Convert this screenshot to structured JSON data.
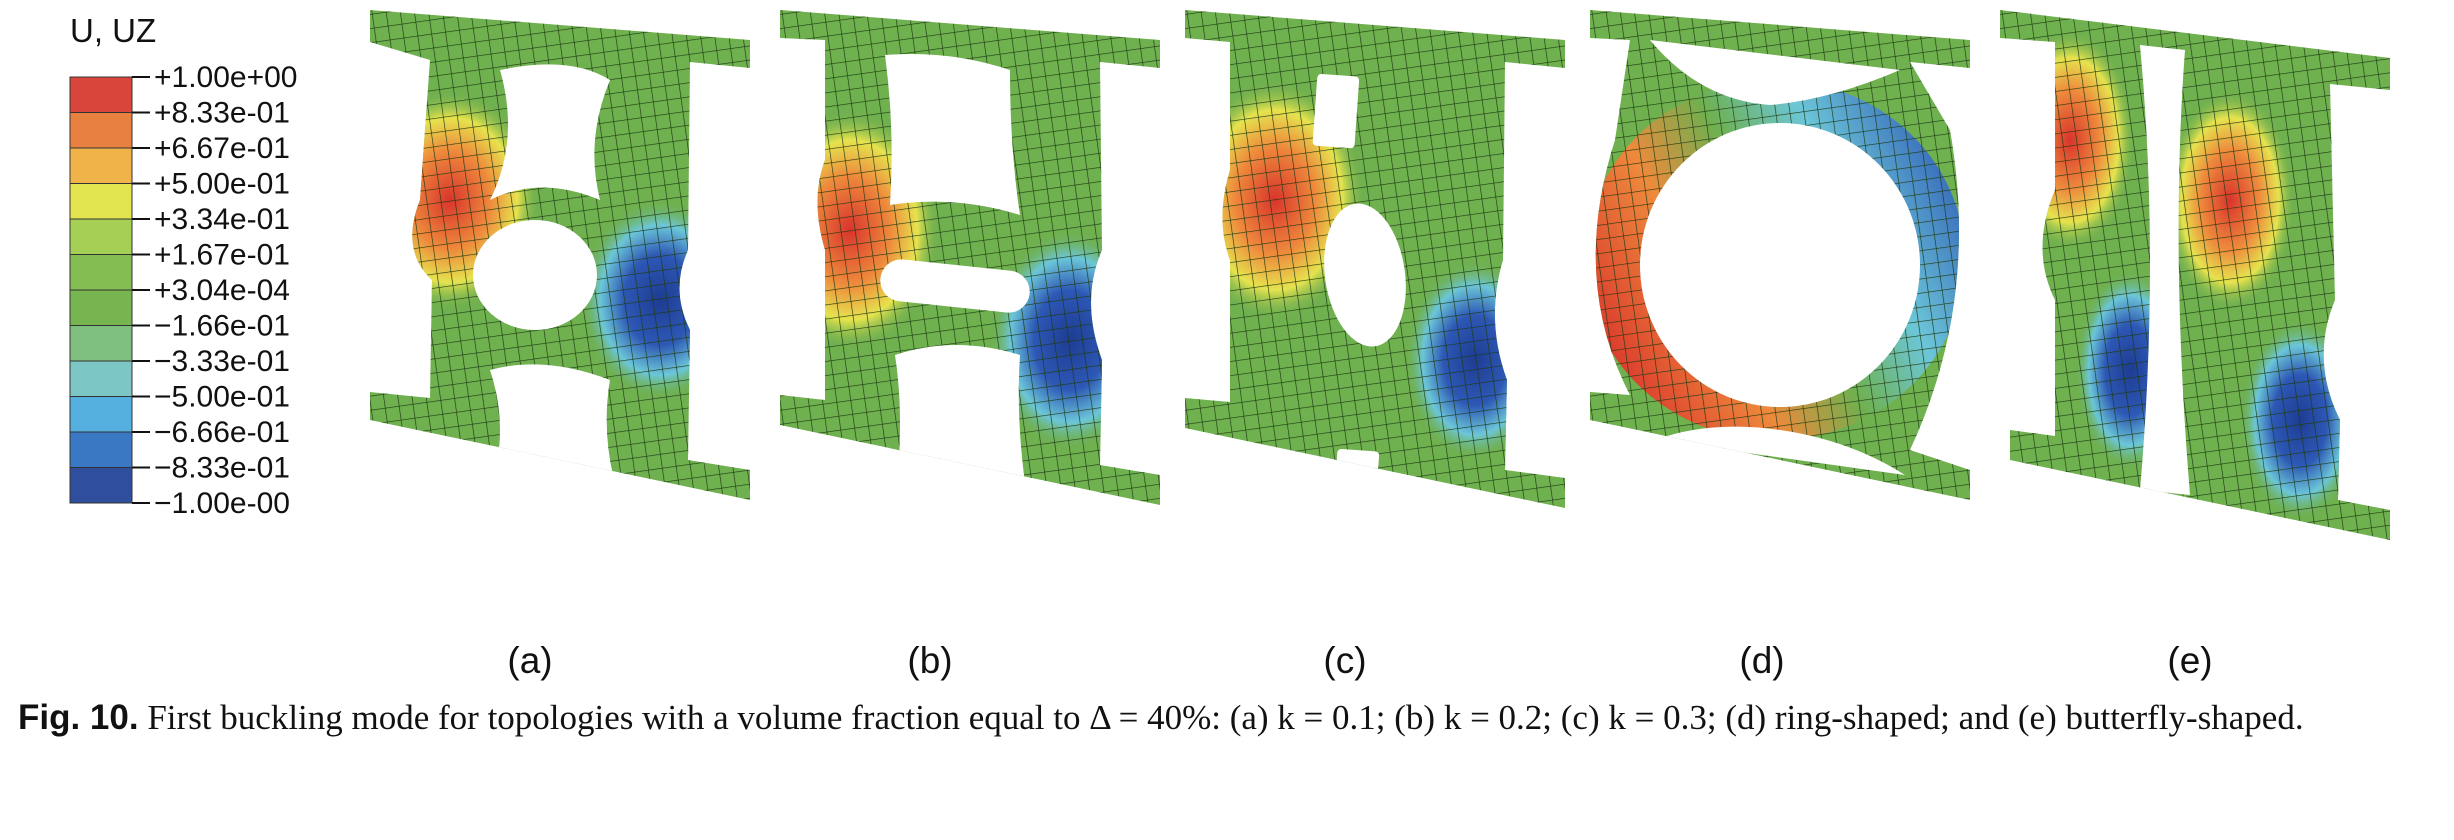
{
  "legend": {
    "title": "U, UZ",
    "entries": [
      {
        "label": "+1.00e+00",
        "color": "#d9453b"
      },
      {
        "label": "+8.33e-01",
        "color": "#e8803f"
      },
      {
        "label": "+6.67e-01",
        "color": "#f0b349"
      },
      {
        "label": "+5.00e-01",
        "color": "#e3e550"
      },
      {
        "label": "+3.34e-01",
        "color": "#a6cf55"
      },
      {
        "label": "+1.67e-01",
        "color": "#84bd52"
      },
      {
        "label": "+3.04e-04",
        "color": "#76b550"
      },
      {
        "label": "−1.66e-01",
        "color": "#7fbf7f"
      },
      {
        "label": "−3.33e-01",
        "color": "#7cc7c6"
      },
      {
        "label": "−5.00e-01",
        "color": "#55b0e0"
      },
      {
        "label": "−6.66e-01",
        "color": "#3a78c4"
      },
      {
        "label": "−8.33e-01",
        "color": "#2f4f9e"
      },
      {
        "label": "−1.00e-00",
        "color": ""
      }
    ]
  },
  "panels": [
    {
      "label": "(a)"
    },
    {
      "label": "(b)"
    },
    {
      "label": "(c)"
    },
    {
      "label": "(d)"
    },
    {
      "label": "(e)"
    }
  ],
  "colors": {
    "mesh_base": "#6fb04f",
    "mesh_line": "#1d3a12",
    "red": "#d9342c",
    "orange": "#ee8a3c",
    "yellow": "#e6e34e",
    "cyan": "#6cc6d8",
    "blue": "#2d58b5",
    "dark_blue": "#1e3c92"
  },
  "caption": {
    "fig_label": "Fig. 10.",
    "text": "First buckling mode for topologies with a volume fraction equal to Δ = 40%: (a) k = 0.1; (b) k = 0.2; (c) k = 0.3; (d) ring-shaped; and (e) butterfly-shaped."
  }
}
